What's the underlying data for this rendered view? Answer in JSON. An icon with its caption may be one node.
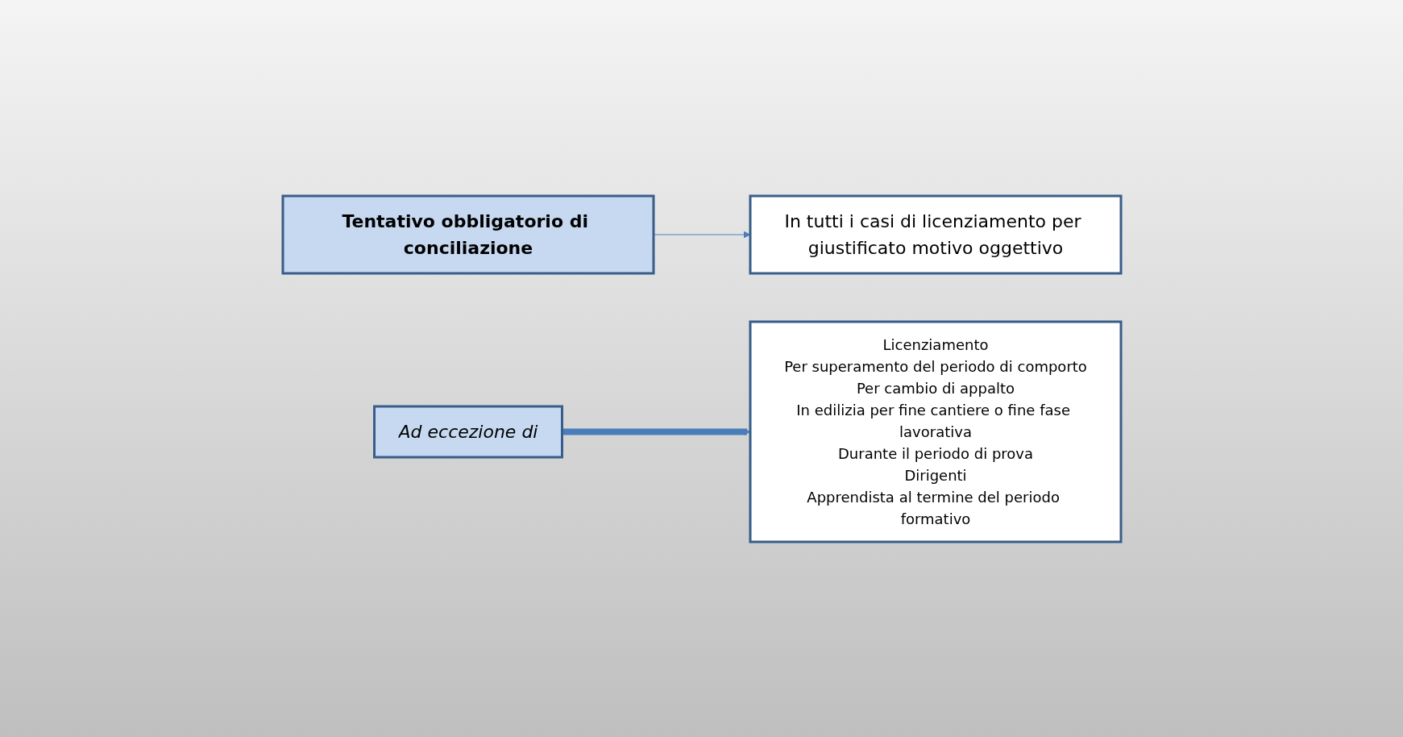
{
  "diagram": {
    "nodes": [
      {
        "text": [
          "Tentativo obbligatorio di conciliazione"
        ]
      },
      {
        "text": [
          "In tutti i casi di licenziamento per giustificato motivo oggettivo"
        ]
      },
      {
        "text": [
          "Ad eccezione di"
        ]
      },
      {
        "text": [
          "Licenziamento",
          "Per superamento del periodo di comporto",
          "Per cambio di appalto",
          "In edilizia per fine cantiere o fine fase lavorativa",
          "Durante il periodo di prova",
          "Dirigenti",
          "Apprendista al termine del periodo formativo"
        ]
      }
    ],
    "edges": [
      {
        "from": 0,
        "to": 1,
        "arrow": "to"
      },
      {
        "from": 2,
        "to": 3,
        "arrow": "to",
        "style": "thick"
      }
    ]
  }
}
